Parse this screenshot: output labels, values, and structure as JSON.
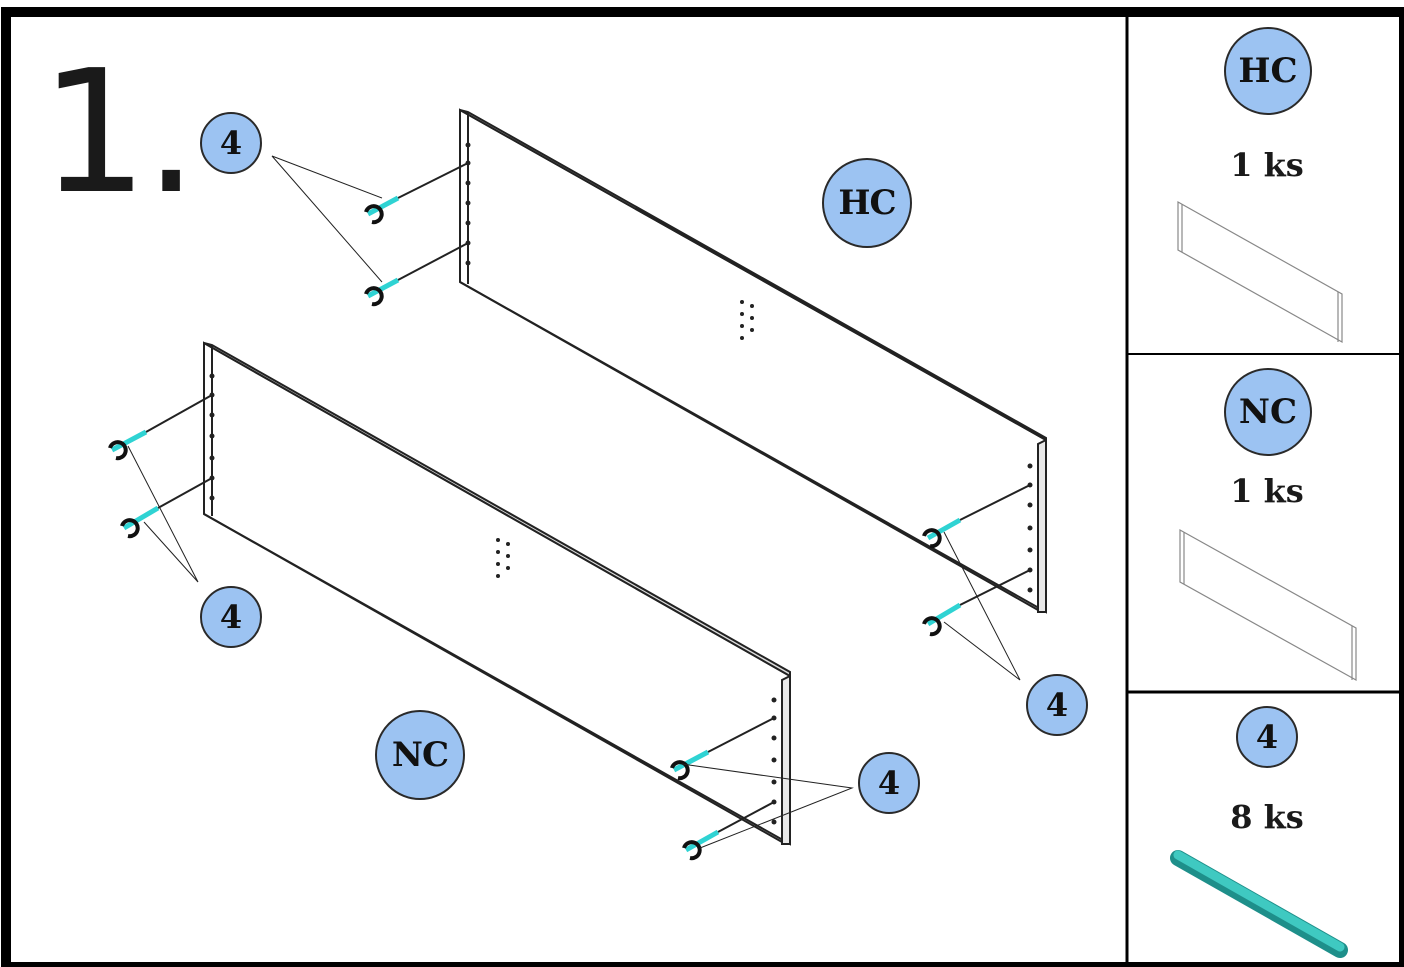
{
  "step": {
    "number": "1."
  },
  "main": {
    "panel_hc_label": "HC",
    "panel_nc_label": "NC",
    "callouts": [
      "4",
      "4",
      "4",
      "4"
    ]
  },
  "parts": [
    {
      "label": "HC",
      "quantity": "1 ks"
    },
    {
      "label": "NC",
      "quantity": "1 ks"
    },
    {
      "label": "4",
      "quantity": "8 ks"
    }
  ],
  "colors": {
    "bubble": "#9cc3f2",
    "dowel": "#2fb7b0",
    "frame": "#000000"
  }
}
